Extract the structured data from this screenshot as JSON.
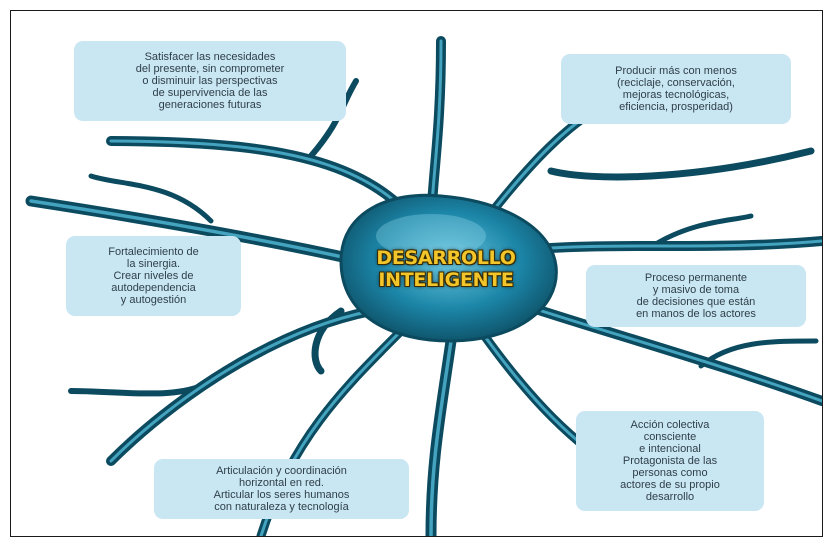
{
  "title": {
    "line1": "DESARROLLO",
    "line2": "INTELIGENTE"
  },
  "boxes": {
    "top_left": "Satisfacer las necesidades\ndel presente, sin comprometer\no disminuir las perspectivas\nde supervivencia de las\ngeneraciones futuras",
    "top_right": "Producir más con menos\n(reciclaje, conservación,\nmejoras tecnológicas,\neficiencia, prosperidad)",
    "mid_left": "Fortalecimiento de\nla sinergia.\nCrear niveles de\nautodependencia\ny autogestión",
    "mid_right": "Proceso permanente\ny masivo de toma\nde decisiones que están\nen manos de los actores",
    "bottom_left": "Articulación y coordinación\nhorizontal en red.\nArticular los seres humanos\ncon naturaleza y tecnología",
    "bottom_right": "Acción colectiva\nconsciente\ne intencional\nProtagonista de las\npersonas como\nactores de su propio\ndesarrollo"
  },
  "colors": {
    "box_fill": "#c9e6f3",
    "neuron_dark": "#0e5a72",
    "neuron_light": "#4fb3cf",
    "title": "#f2c62a"
  }
}
